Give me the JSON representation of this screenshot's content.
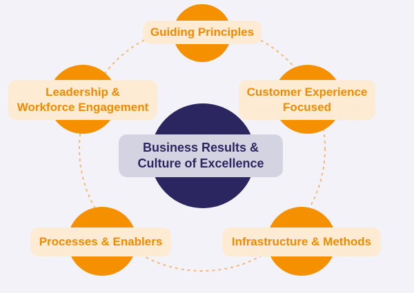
{
  "colors": {
    "background": "#f3f2f8",
    "accent_orange": "#f59100",
    "label_fill": "#fdebd3",
    "label_text": "#f18a00",
    "center_circle": "#2b2560",
    "center_label_fill": "#d4d3e2",
    "dashed_ring": "#f2b877"
  },
  "center": {
    "line1": "Business Results &",
    "line2": "Culture of Excellence"
  },
  "nodes": {
    "guiding_principles": {
      "line1": "Guiding Principles"
    },
    "customer_experience": {
      "line1": "Customer Experience",
      "line2": "Focused"
    },
    "infrastructure_methods": {
      "line1": "Infrastructure & Methods"
    },
    "processes_enablers": {
      "line1": "Processes & Enablers"
    },
    "leadership": {
      "line1": "Leadership &",
      "line2": "Workforce Engagement"
    }
  }
}
